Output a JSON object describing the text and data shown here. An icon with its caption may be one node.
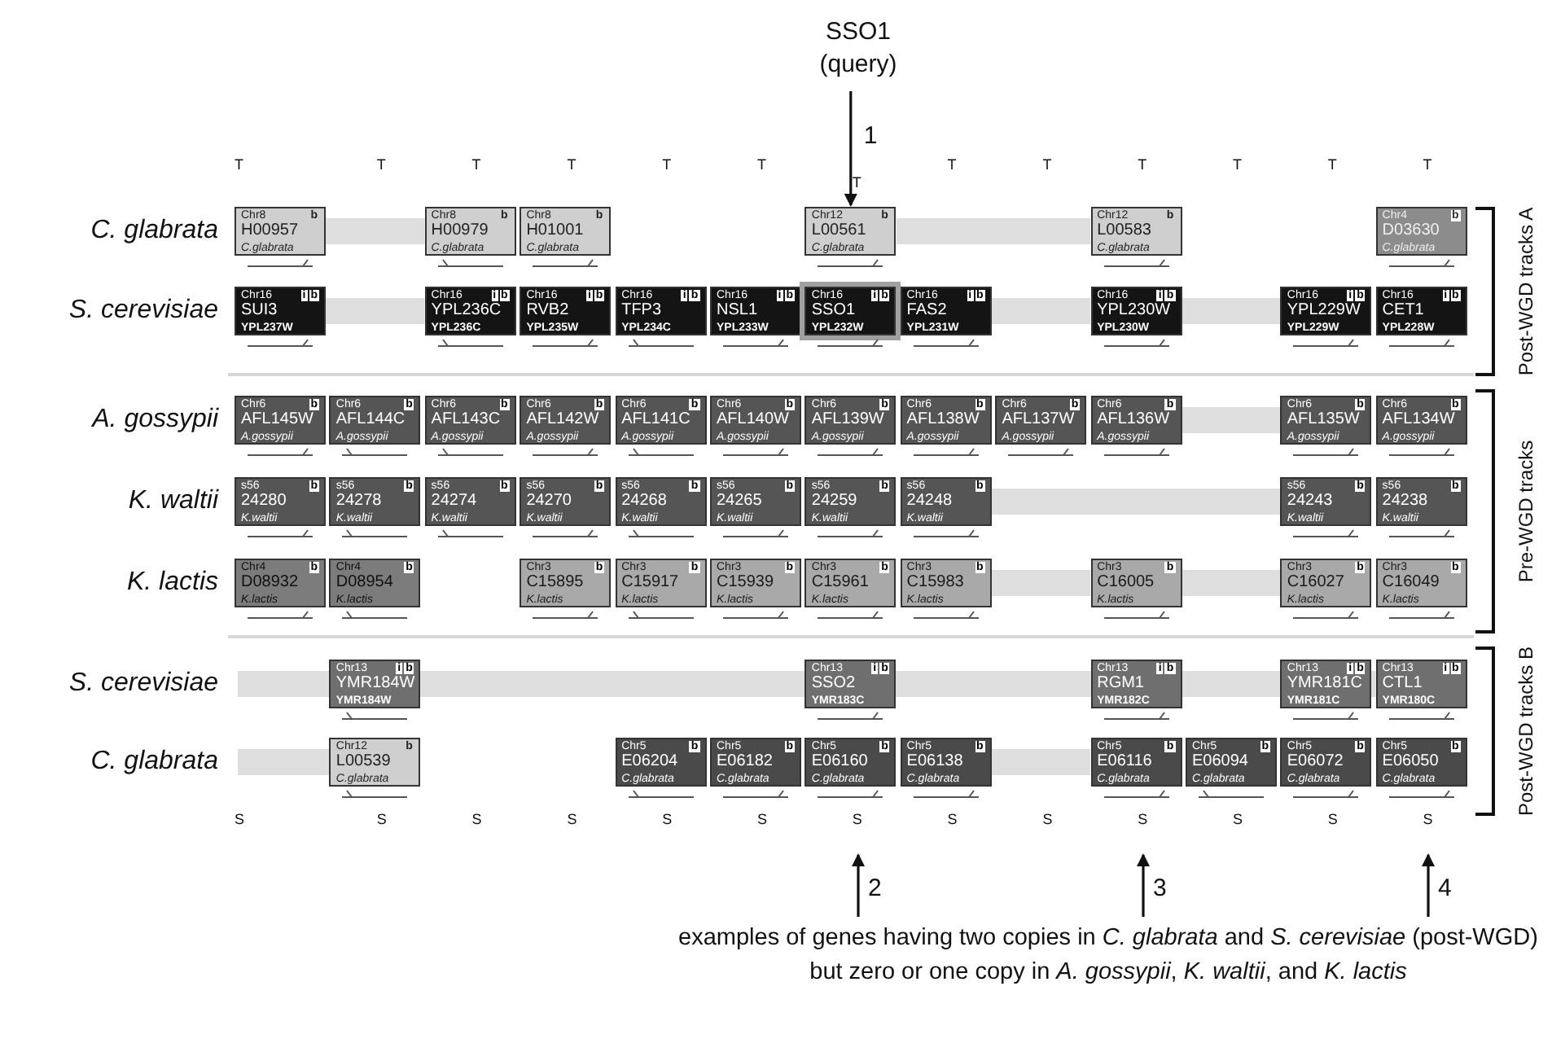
{
  "diagram": {
    "nodes": [
      {
        "text": [
          "SSO1",
          "(query)"
        ]
      },
      {
        "text": [
          "Chr8",
          "b",
          "H00957",
          "C.glabrata"
        ]
      },
      {
        "text": [
          "Chr8",
          "b",
          "H00979",
          "C.glabrata"
        ]
      },
      {
        "text": [
          "Chr8",
          "b",
          "H01001",
          "C.glabrata"
        ]
      },
      {
        "text": [
          "Chr12",
          "b",
          "L00561",
          "C.glabrata"
        ]
      },
      {
        "text": [
          "Chr12",
          "b",
          "L00583",
          "C.glabrata"
        ]
      },
      {
        "text": [
          "Chr4",
          "b",
          "D03630",
          "C.glabrata"
        ]
      },
      {
        "text": [
          "Chr16",
          "i",
          "b",
          "SUI3",
          "YPL237W"
        ]
      },
      {
        "text": [
          "Chr16",
          "i",
          "b",
          "YPL236C",
          "YPL236C"
        ]
      },
      {
        "text": [
          "Chr16",
          "i",
          "b",
          "RVB2",
          "YPL235W"
        ]
      },
      {
        "text": [
          "Chr16",
          "i",
          "b",
          "TFP3",
          "YPL234C"
        ]
      },
      {
        "text": [
          "Chr16",
          "i",
          "b",
          "NSL1",
          "YPL233W"
        ]
      },
      {
        "text": [
          "Chr16",
          "i",
          "b",
          "SSO1",
          "YPL232W"
        ]
      },
      {
        "text": [
          "Chr16",
          "i",
          "b",
          "FAS2",
          "YPL231W"
        ]
      },
      {
        "text": [
          "Chr16",
          "i",
          "b",
          "YPL230W",
          "YPL230W"
        ]
      },
      {
        "text": [
          "Chr16",
          "i",
          "b",
          "YPL229W",
          "YPL229W"
        ]
      },
      {
        "text": [
          "Chr16",
          "i",
          "b",
          "CET1",
          "YPL228W"
        ]
      },
      {
        "text": [
          "Chr6",
          "b",
          "AFL145W",
          "A.gossypii"
        ]
      },
      {
        "text": [
          "Chr6",
          "b",
          "AFL144C",
          "A.gossypii"
        ]
      },
      {
        "text": [
          "Chr6",
          "b",
          "AFL143C",
          "A.gossypii"
        ]
      },
      {
        "text": [
          "Chr6",
          "b",
          "AFL142W",
          "A.gossypii"
        ]
      },
      {
        "text": [
          "Chr6",
          "b",
          "AFL141C",
          "A.gossypii"
        ]
      },
      {
        "text": [
          "Chr6",
          "b",
          "AFL140W",
          "A.gossypii"
        ]
      },
      {
        "text": [
          "Chr6",
          "b",
          "AFL139W",
          "A.gossypii"
        ]
      },
      {
        "text": [
          "Chr6",
          "b",
          "AFL138W",
          "A.gossypii"
        ]
      },
      {
        "text": [
          "Chr6",
          "b",
          "AFL137W",
          "A.gossypii"
        ]
      },
      {
        "text": [
          "Chr6",
          "b",
          "AFL136W",
          "A.gossypii"
        ]
      },
      {
        "text": [
          "Chr6",
          "b",
          "AFL135W",
          "A.gossypii"
        ]
      },
      {
        "text": [
          "Chr6",
          "b",
          "AFL134W",
          "A.gossypii"
        ]
      },
      {
        "text": [
          "s56",
          "b",
          "24280",
          "K.waltii"
        ]
      },
      {
        "text": [
          "s56",
          "b",
          "24278",
          "K.waltii"
        ]
      },
      {
        "text": [
          "s56",
          "b",
          "24274",
          "K.waltii"
        ]
      },
      {
        "text": [
          "s56",
          "b",
          "24270",
          "K.waltii"
        ]
      },
      {
        "text": [
          "s56",
          "b",
          "24268",
          "K.waltii"
        ]
      },
      {
        "text": [
          "s56",
          "b",
          "24265",
          "K.waltii"
        ]
      },
      {
        "text": [
          "s56",
          "b",
          "24259",
          "K.waltii"
        ]
      },
      {
        "text": [
          "s56",
          "b",
          "24248",
          "K.waltii"
        ]
      },
      {
        "text": [
          "s56",
          "b",
          "24243",
          "K.waltii"
        ]
      },
      {
        "text": [
          "s56",
          "b",
          "24238",
          "K.waltii"
        ]
      },
      {
        "text": [
          "Chr4",
          "b",
          "D08932",
          "K.lactis"
        ]
      },
      {
        "text": [
          "Chr4",
          "b",
          "D08954",
          "K.lactis"
        ]
      },
      {
        "text": [
          "Chr3",
          "b",
          "C15895",
          "K.lactis"
        ]
      },
      {
        "text": [
          "Chr3",
          "b",
          "C15917",
          "K.lactis"
        ]
      },
      {
        "text": [
          "Chr3",
          "b",
          "C15939",
          "K.lactis"
        ]
      },
      {
        "text": [
          "Chr3",
          "b",
          "C15961",
          "K.lactis"
        ]
      },
      {
        "text": [
          "Chr3",
          "b",
          "C15983",
          "K.lactis"
        ]
      },
      {
        "text": [
          "Chr3",
          "b",
          "C16005",
          "K.lactis"
        ]
      },
      {
        "text": [
          "Chr3",
          "b",
          "C16027",
          "K.lactis"
        ]
      },
      {
        "text": [
          "Chr3",
          "b",
          "C16049",
          "K.lactis"
        ]
      },
      {
        "text": [
          "Chr13",
          "i",
          "b",
          "YMR184W",
          "YMR184W"
        ]
      },
      {
        "text": [
          "Chr13",
          "i",
          "b",
          "SSO2",
          "YMR183C"
        ]
      },
      {
        "text": [
          "Chr13",
          "i",
          "b",
          "RGM1",
          "YMR182C"
        ]
      },
      {
        "text": [
          "Chr13",
          "i",
          "b",
          "YMR181C",
          "YMR181C"
        ]
      },
      {
        "text": [
          "Chr13",
          "i",
          "b",
          "CTL1",
          "YMR180C"
        ]
      },
      {
        "text": [
          "Chr12",
          "b",
          "L00539",
          "C.glabrata"
        ]
      },
      {
        "text": [
          "Chr5",
          "b",
          "E06204",
          "C.glabrata"
        ]
      },
      {
        "text": [
          "Chr5",
          "b",
          "E06182",
          "C.glabrata"
        ]
      },
      {
        "text": [
          "Chr5",
          "b",
          "E06160",
          "C.glabrata"
        ]
      },
      {
        "text": [
          "Chr5",
          "b",
          "E06138",
          "C.glabrata"
        ]
      },
      {
        "text": [
          "Chr5",
          "b",
          "E06116",
          "C.glabrata"
        ]
      },
      {
        "text": [
          "Chr5",
          "b",
          "E06094",
          "C.glabrata"
        ]
      },
      {
        "text": [
          "Chr5",
          "b",
          "E06072",
          "C.glabrata"
        ]
      },
      {
        "text": [
          "Chr5",
          "b",
          "E06050",
          "C.glabrata"
        ]
      },
      {
        "text": [
          "examples of genes having two copies in *C. glabrata* and *S. cerevisiae* (post-WGD) but zero or one copy in *A. gossypii*, *K. waltii*, and *K. lactis*"
        ]
      }
    ],
    "edges": [
      {
        "from": 0,
        "to": 4,
        "arrow": "to",
        "label": "1"
      },
      {
        "from": 63,
        "to": null,
        "arrow": "to",
        "label": "2"
      },
      {
        "from": 63,
        "to": null,
        "arrow": "to",
        "label": "3"
      },
      {
        "from": 63,
        "to": null,
        "arrow": "to",
        "label": "4"
      }
    ],
    "labels": [
      "T",
      "T",
      "T",
      "T",
      "T",
      "T",
      "T",
      "T",
      "T",
      "T",
      "T",
      "T",
      "T",
      "C. glabrata",
      "S. cerevisiae",
      "A. gossypii",
      "K. waltii",
      "K. lactis",
      "S. cerevisiae",
      "C. glabrata",
      "Post-WGD tracks A",
      "Pre-WGD tracks",
      "Post-WGD tracks B",
      "S",
      "S",
      "S",
      "S",
      "S",
      "S",
      "S",
      "S",
      "S",
      "S",
      "S",
      "S",
      "S"
    ]
  }
}
